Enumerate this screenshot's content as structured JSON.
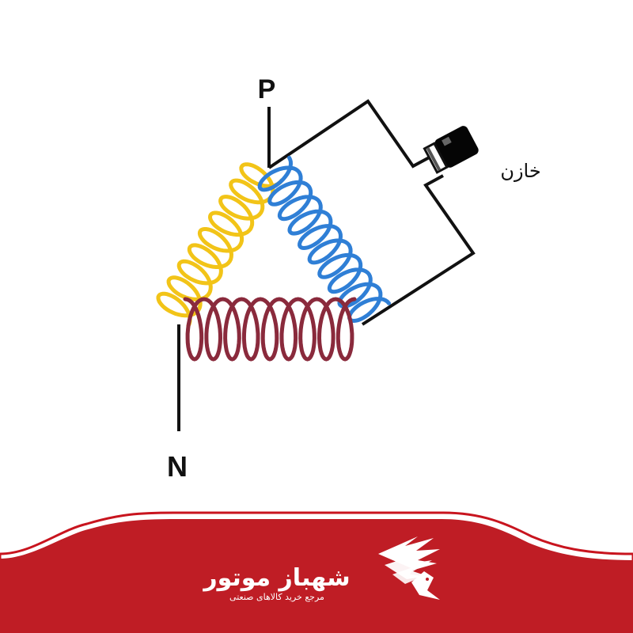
{
  "diagram": {
    "labels": {
      "phase": "P",
      "neutral": "N",
      "capacitor": "خازن"
    }
  },
  "footer": {
    "brand_name": "شهباز موتور",
    "tagline": "مرجع خرید کالاهای صنعتی"
  },
  "colors": {
    "coil_yellow": "#f2c418",
    "coil_blue": "#2f7fd6",
    "coil_maroon": "#8a2a3c",
    "wire": "#111111",
    "footer_red": "#bf1d25"
  },
  "icons": {
    "logo": "eagle-wing-icon"
  }
}
